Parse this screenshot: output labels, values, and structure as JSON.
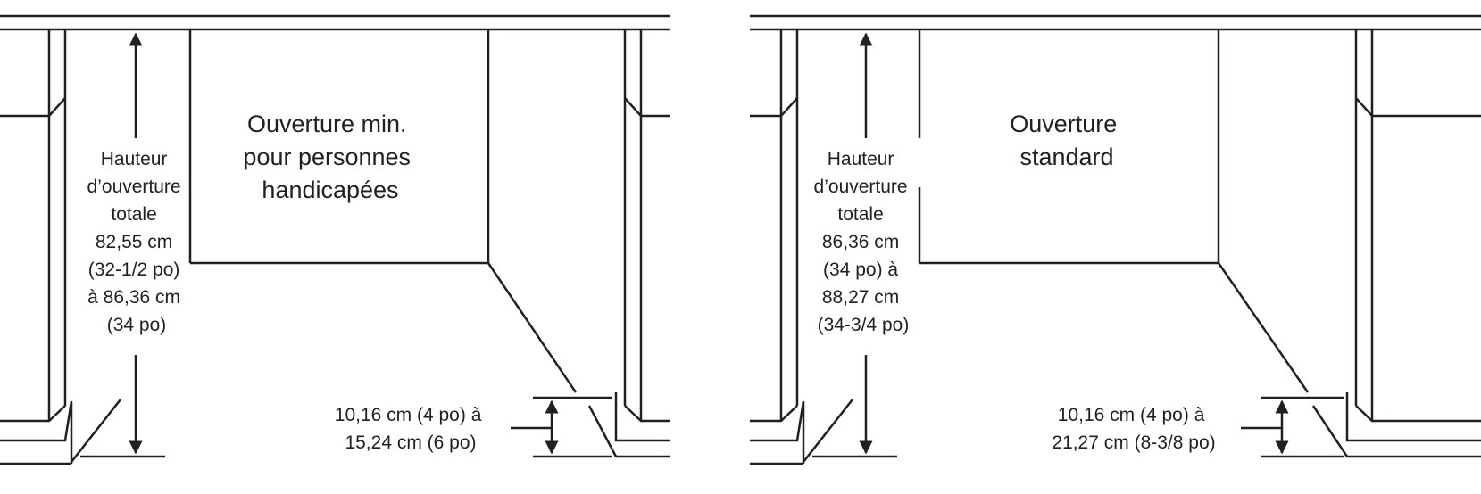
{
  "colors": {
    "ink": "#231f20",
    "background": "#ffffff"
  },
  "panels": [
    {
      "opening_label": [
        "Ouverture min.",
        "pour personnes",
        "handicapées"
      ],
      "height_label": [
        "Hauteur",
        "d’ouverture",
        "totale",
        "82,55 cm",
        "(32-1/2 po)",
        "à 86,36 cm",
        "(34 po)"
      ],
      "toe_label": [
        "10,16 cm (4 po) à",
        "15,24 cm (6 po)"
      ]
    },
    {
      "opening_label": [
        "Ouverture",
        "standard"
      ],
      "height_label": [
        "Hauteur",
        "d’ouverture",
        "totale",
        "86,36 cm",
        "(34 po) à",
        "88,27 cm",
        "(34-3/4 po)"
      ],
      "toe_label": [
        "10,16 cm (4 po) à",
        "21,27 cm (8-3/8 po)"
      ]
    }
  ]
}
